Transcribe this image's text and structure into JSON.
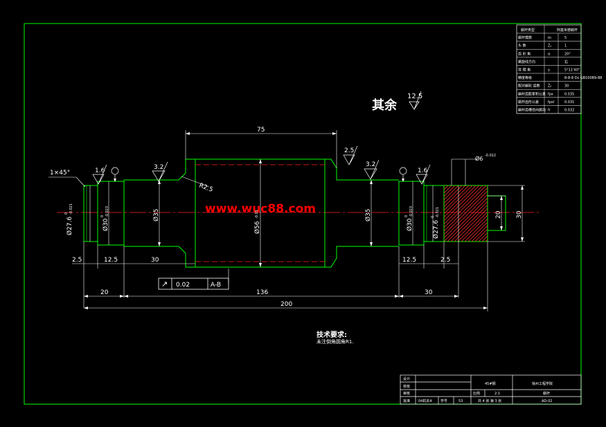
{
  "colors": {
    "background": "#000000",
    "outline": "#00ff00",
    "text": "#ffffff",
    "centerline": "#ff2020",
    "watermark": "#ff0000",
    "hatch": "#ff3030"
  },
  "roughness_note": {
    "label": "其余",
    "value": "12.5"
  },
  "watermark": "www.wuc88.com",
  "dimensions": {
    "chamfer": "1×45°",
    "len_75": "75",
    "len_136": "136",
    "len_200": "200",
    "len_20": "20",
    "len_30_left": "30",
    "len_30_right": "30",
    "len_2_5_left": "2.5",
    "len_12_5_left": "12.5",
    "len_12_5_right": "12.5",
    "len_2_5_right": "2.5",
    "radius": "R2.5",
    "dia_35_left": "Ø35",
    "dia_35_right": "Ø35",
    "dia_56": "Ø56",
    "dia_56_tol": "-0.01",
    "dia_30_left": "Ø30",
    "dia_30_tol": "-0.023",
    "dia_30_right": "Ø30",
    "dia_27_left": "Ø27.6",
    "dia_27_right": "Ø27.6",
    "dia_27_tol": "-0.021",
    "tol_zero": "0",
    "bore_20": "20",
    "outer_30": "30",
    "dia_6": "Ø6",
    "dia_6_tol": "-0.012"
  },
  "roughness_marks": {
    "r1": "1.6",
    "r2": "3.2",
    "r3": "2.5",
    "r4": "3.2",
    "r5": "1.6"
  },
  "runout_frame": {
    "symbol": "↗",
    "value": "0.02",
    "datum": "A-B"
  },
  "tech_requirements": {
    "title": "技术要求:",
    "line1": "未注倒角圆角R1."
  },
  "param_table": {
    "title_left": "蜗杆类型",
    "title_right": "阿基米德蜗杆",
    "rows": [
      {
        "name": "蜗杆模数",
        "sym": "m",
        "val": "5"
      },
      {
        "name": "头  数",
        "sym": "Z₁",
        "val": "1"
      },
      {
        "name": "齿 形 角",
        "sym": "α",
        "val": "20°"
      },
      {
        "name": "螺旋线方向",
        "sym": "",
        "val": "右"
      },
      {
        "name": "导 程 角",
        "sym": "γ",
        "val": "5°11'40\""
      },
      {
        "name": "精度等级",
        "sym": "",
        "val": "8-8-8 Dc GB10089-88"
      },
      {
        "name": "配对蜗轮 齿数",
        "sym": "Z₂",
        "val": "30"
      },
      {
        "name": "蜗杆齿距累积公差",
        "sym": "fpx",
        "val": "0.035"
      },
      {
        "name": "蜗杆齿形公差",
        "sym": "fpxl",
        "val": "0.031"
      },
      {
        "name": "蜗杆齿槽径向跳动",
        "sym": "fr",
        "val": "0.032"
      }
    ]
  },
  "title_block": {
    "design": "设计",
    "check": "校核",
    "review": "审核",
    "approve": "批准",
    "drawing_no_label": "04机本4",
    "student_label": "学号",
    "student_no": "53",
    "material": "45#钢",
    "school": "徐州工程学院",
    "scale_label": "比例",
    "scale_value": "2:1",
    "part_name": "蜗杆",
    "sheets": "共 4 张 第 3 张",
    "doc_no": "AD-02"
  }
}
